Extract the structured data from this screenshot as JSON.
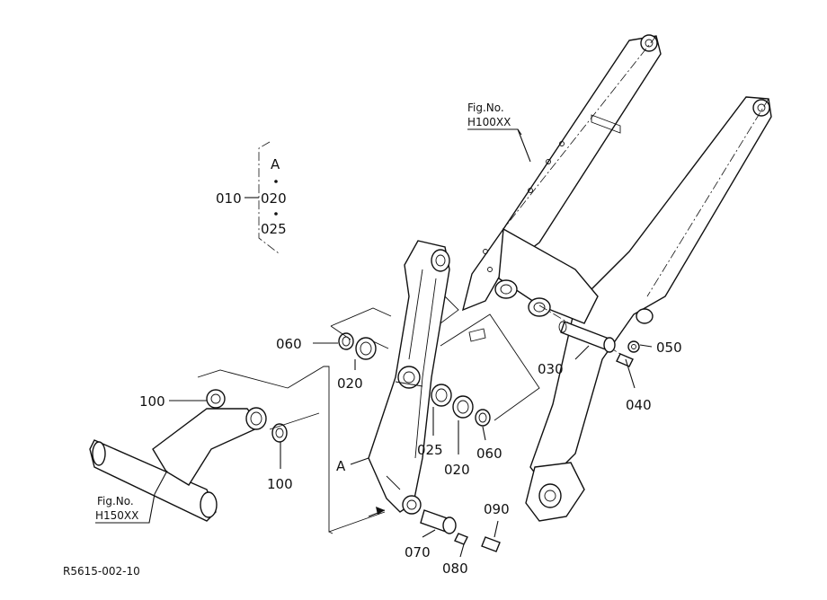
{
  "figure_refs": {
    "top": {
      "line1": "Fig.No.",
      "line2": "H100XX"
    },
    "bottom": {
      "line1": "Fig.No.",
      "line2": "H150XX"
    }
  },
  "group": {
    "parent": "010",
    "letter": "A",
    "child1": "020",
    "child2": "025"
  },
  "parts": {
    "p030": "030",
    "p040": "040",
    "p050": "050",
    "p060a": "060",
    "p060b": "060",
    "p020a": "020",
    "p020b": "020",
    "p025": "025",
    "p100a": "100",
    "p100b": "100",
    "p070": "070",
    "p080": "080",
    "p090": "090"
  },
  "callout_letter": "A",
  "drawing_code": "R5615-002-10"
}
